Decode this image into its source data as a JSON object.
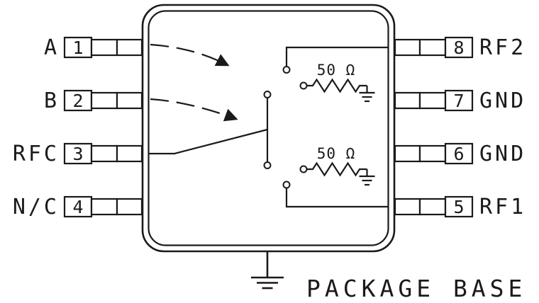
{
  "diagram": {
    "type": "rf-switch-pinout-schematic",
    "package_base_label": "PACKAGE BASE",
    "colors": {
      "stroke": "#1a1a1a",
      "background": "#ffffff"
    },
    "pins_left": [
      {
        "number": "1",
        "label": "A"
      },
      {
        "number": "2",
        "label": "B"
      },
      {
        "number": "3",
        "label": "RFC"
      },
      {
        "number": "4",
        "label": "N/C"
      }
    ],
    "pins_right": [
      {
        "number": "8",
        "label": "RF2"
      },
      {
        "number": "7",
        "label": "GND"
      },
      {
        "number": "6",
        "label": "GND"
      },
      {
        "number": "5",
        "label": "RF1"
      }
    ],
    "resistors": [
      {
        "label": "50 Ω"
      },
      {
        "label": "50 Ω"
      }
    ]
  }
}
